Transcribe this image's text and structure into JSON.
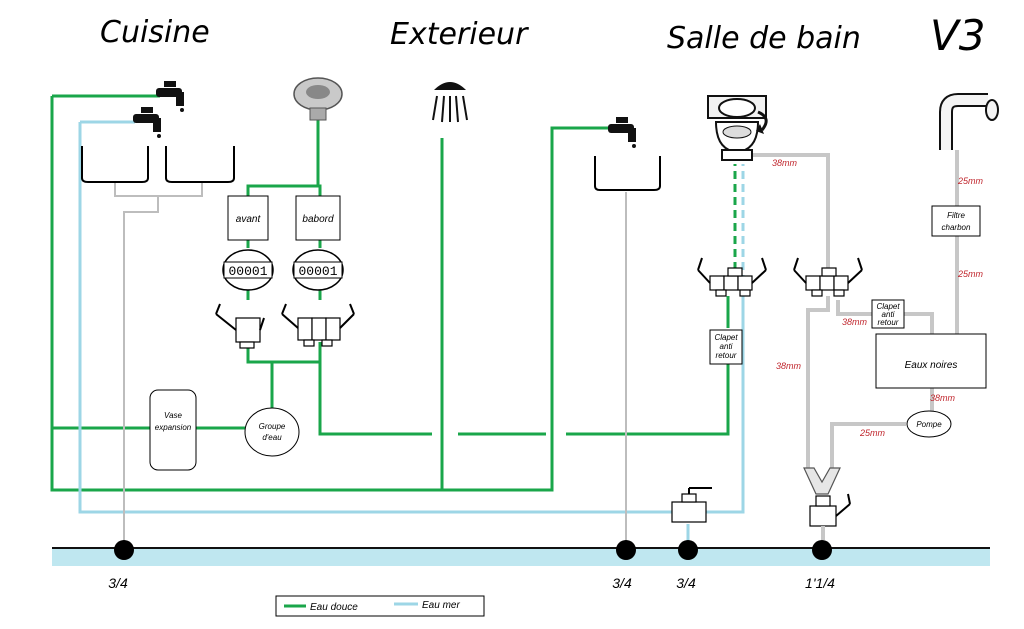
{
  "sections": {
    "kitchen": "Cuisine",
    "outside": "Exterieur",
    "bathroom": "Salle de bain"
  },
  "version": "V3",
  "boxes": {
    "avant": "avant",
    "babord": "babord",
    "vase_line1": "Vase",
    "vase_line2": "expansion",
    "groupe_line1": "Groupe",
    "groupe_line2": "d'eau",
    "clapet_line1": "Clapet",
    "clapet_line2": "anti",
    "clapet_line3": "retour",
    "filtre_line1": "Filtre",
    "filtre_line2": "charbon",
    "eaux_noires": "Eaux noires",
    "pompe": "Pompe"
  },
  "meters": {
    "avant_value": "00001",
    "babord_value": "00001"
  },
  "pipe_sizes": {
    "toilet_out": "38mm",
    "filter_top": "25mm",
    "filter_bottom": "25mm",
    "clapet_out": "38mm",
    "toilet_down": "38mm",
    "tank_out": "38mm",
    "pump_out": "25mm"
  },
  "through_hulls": [
    "3/4",
    "3/4",
    "3/4",
    "1'1/4"
  ],
  "legend": {
    "fresh": "Eau douce",
    "sea": "Eau mer"
  },
  "colors": {
    "fresh_water": "#1aa64a",
    "sea_water": "#9dd6e6",
    "waste": "#c7c7c7",
    "dimension_text": "#c0262d"
  }
}
